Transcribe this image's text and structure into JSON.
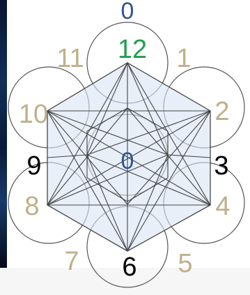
{
  "colors": {
    "muted": "#bfb08a",
    "dark": "#000000",
    "green": "#1ea04b",
    "blue": "#2f5597",
    "fill": "#dbe4f5",
    "stroke": "#444444",
    "circle": "#555555"
  },
  "labels": {
    "top_zero": "0",
    "center_zero": "0",
    "n1": "1",
    "n2": "2",
    "n3": "3",
    "n4": "4",
    "n5": "5",
    "n6": "6",
    "n7": "7",
    "n8": "8",
    "n9": "9",
    "n10": "10",
    "n11": "11",
    "n12": "12"
  }
}
